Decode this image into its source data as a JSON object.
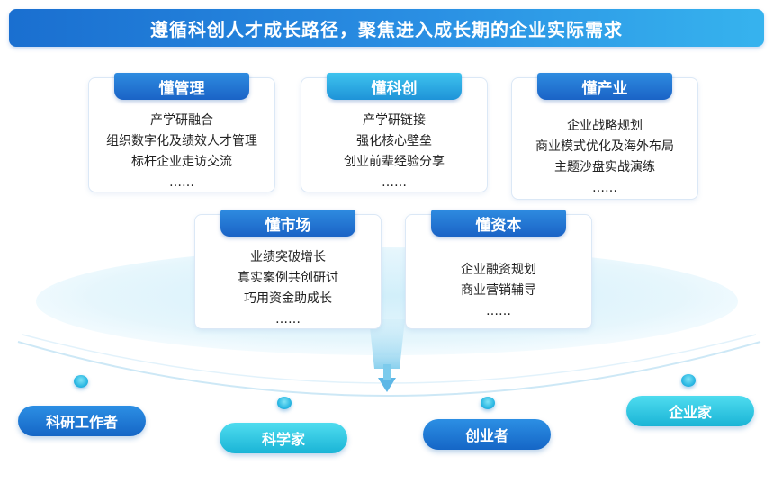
{
  "banner": {
    "title": "遵循科创人才成长路径，聚焦进入成长期的企业实际需求"
  },
  "cards": [
    {
      "title": "懂管理",
      "lines": [
        "产学研融合",
        "组织数字化及绩效人才管理",
        "标杆企业走访交流",
        "……"
      ]
    },
    {
      "title": "懂科创",
      "lines": [
        "产学研链接",
        "强化核心壁垒",
        "创业前辈经验分享",
        "……"
      ]
    },
    {
      "title": "懂产业",
      "lines": [
        "企业战略规划",
        "商业模式优化及海外布局",
        "主题沙盘实战演练",
        "……"
      ]
    },
    {
      "title": "懂市场",
      "lines": [
        "业绩突破增长",
        "真实案例共创研讨",
        "巧用资金助成长",
        "……"
      ]
    },
    {
      "title": "懂资本",
      "lines": [
        "企业融资规划",
        "商业营销辅导",
        "……"
      ]
    }
  ],
  "roles": [
    {
      "label": "科研工作者"
    },
    {
      "label": "科学家"
    },
    {
      "label": "创业者"
    },
    {
      "label": "企业家"
    }
  ],
  "colors": {
    "primary": "#1a6fd0",
    "accent": "#2bb8e3"
  }
}
